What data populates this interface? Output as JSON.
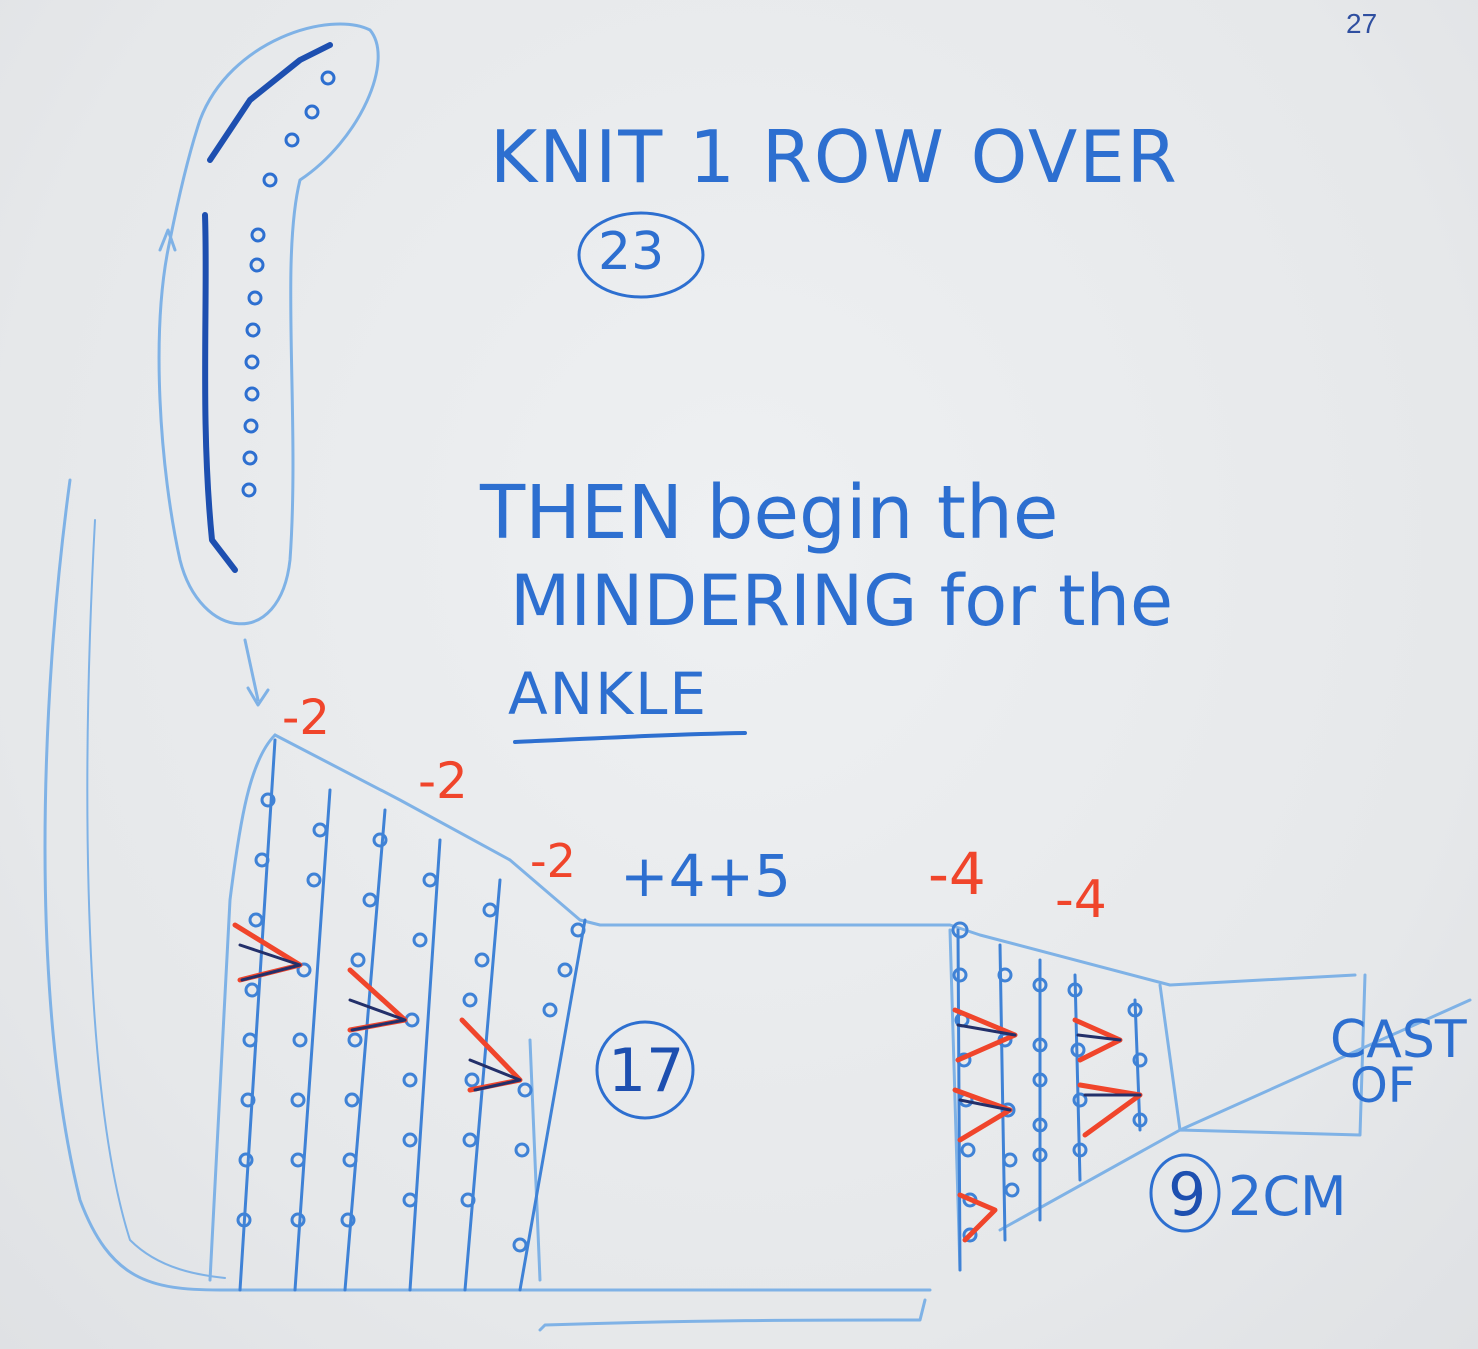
{
  "page_number": "27",
  "notes": {
    "line1": "KNIT 1 ROW OVER",
    "circled_count_top": "23",
    "line2": "THEN begin the",
    "line3": "MINDERING for the",
    "line4": "ANKLE"
  },
  "marks": {
    "minus_2_a": "-2",
    "minus_2_b": "-2",
    "minus_2_c": "-2",
    "plus": "+4+5",
    "minus_4_a": "-4",
    "minus_4_b": "-4",
    "circled_middle": "17",
    "circled_bottom": "9",
    "length": "2CM",
    "cast_off_1": "CAST",
    "cast_off_2": "OF"
  },
  "colors": {
    "pencil_light": "#7fb2e6",
    "pencil_blue": "#2d6fd0",
    "pencil_dark": "#1d4fb0",
    "pencil_red": "#f0452b",
    "paper": "#e8eaec"
  }
}
